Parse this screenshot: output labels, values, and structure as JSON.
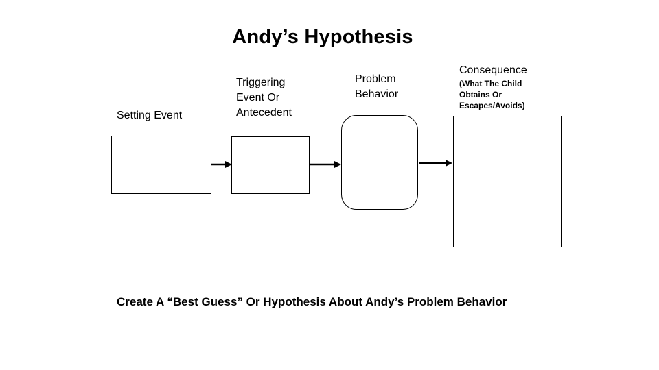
{
  "slide": {
    "title": "Andy’s Hypothesis",
    "instruction": "Create A “Best Guess” Or Hypothesis About Andy’s Problem Behavior",
    "colors": {
      "background": "#ffffff",
      "text": "#000000",
      "shape_border": "#000000",
      "arrow": "#000000"
    },
    "diagram": {
      "flow_direction": "left-to-right",
      "connector": "arrow-right",
      "nodes": [
        {
          "label": "Setting Event",
          "shape": "rectangle",
          "content": ""
        },
        {
          "label": "Triggering Event Or Antecedent",
          "shape": "rectangle",
          "content": ""
        },
        {
          "label": "Problem Behavior",
          "shape": "rounded-rectangle",
          "content": ""
        },
        {
          "label": "Consequence",
          "sublabel": "(What The Child Obtains Or Escapes/Avoids)",
          "shape": "rectangle",
          "content": ""
        }
      ]
    }
  }
}
